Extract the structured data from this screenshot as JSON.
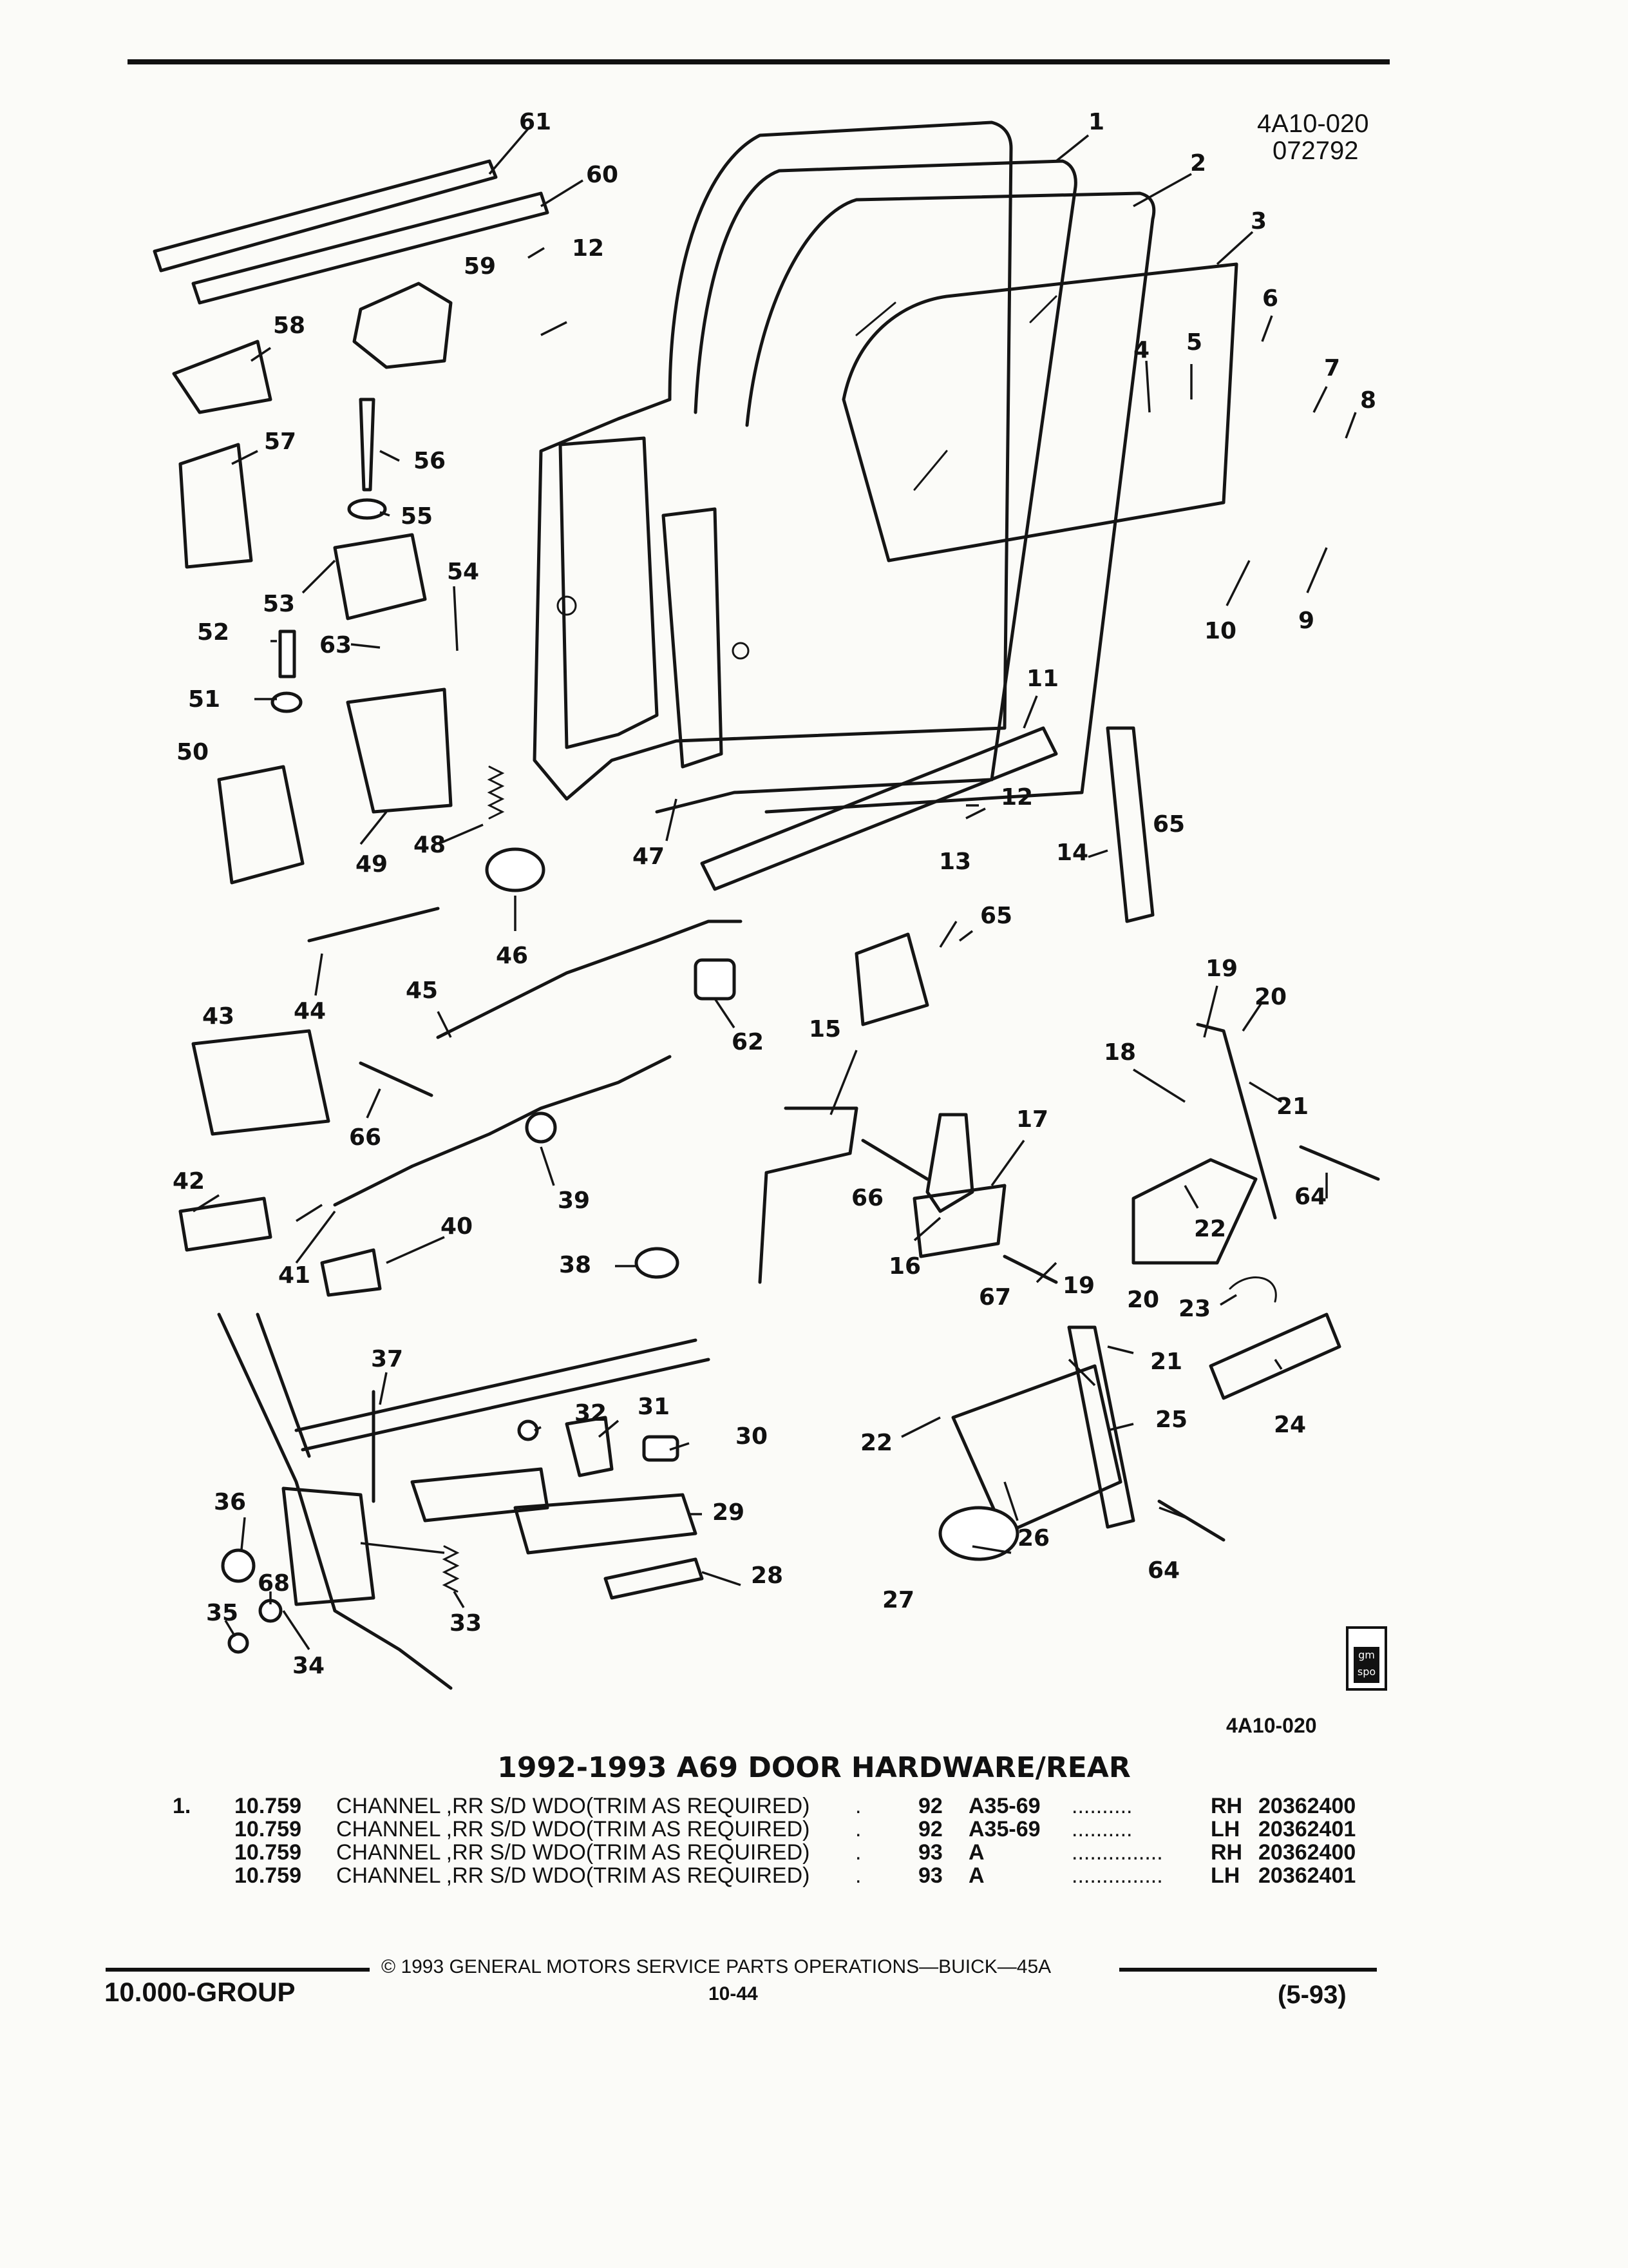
{
  "header": {
    "code": "4A10-020",
    "date_code": "072792"
  },
  "figure_label": "4A10-020",
  "callouts": [
    "1",
    "2",
    "3",
    "4",
    "5",
    "6",
    "7",
    "8",
    "9",
    "10",
    "11",
    "12",
    "12",
    "13",
    "14",
    "15",
    "16",
    "17",
    "18",
    "19",
    "19",
    "20",
    "20",
    "21",
    "21",
    "22",
    "22",
    "23",
    "24",
    "25",
    "26",
    "27",
    "28",
    "29",
    "30",
    "31",
    "32",
    "33",
    "34",
    "35",
    "36",
    "37",
    "38",
    "39",
    "40",
    "41",
    "42",
    "43",
    "44",
    "45",
    "46",
    "47",
    "48",
    "49",
    "50",
    "51",
    "52",
    "53",
    "54",
    "55",
    "56",
    "57",
    "58",
    "59",
    "60",
    "61",
    "62",
    "63",
    "64",
    "64",
    "65",
    "65",
    "66",
    "66",
    "67",
    "68"
  ],
  "logo_text": "gm spo",
  "title": "1992-1993 A69 DOOR HARDWARE/REAR",
  "parts": [
    {
      "item": "1.",
      "group": "10.759",
      "description": "CHANNEL ,RR S/D WDO(TRIM AS REQUIRED)",
      "dot": ".",
      "year": "92",
      "series": "A35-69",
      "leaders": "..........",
      "side": "RH",
      "part_number": "20362400"
    },
    {
      "item": "",
      "group": "10.759",
      "description": "CHANNEL ,RR S/D WDO(TRIM AS REQUIRED)",
      "dot": ".",
      "year": "92",
      "series": "A35-69",
      "leaders": "..........",
      "side": "LH",
      "part_number": "20362401"
    },
    {
      "item": "",
      "group": "10.759",
      "description": "CHANNEL ,RR S/D WDO(TRIM AS REQUIRED)",
      "dot": ".",
      "year": "93",
      "series": "A",
      "leaders": "...............",
      "side": "RH",
      "part_number": "20362400"
    },
    {
      "item": "",
      "group": "10.759",
      "description": "CHANNEL ,RR S/D WDO(TRIM AS REQUIRED)",
      "dot": ".",
      "year": "93",
      "series": "A",
      "leaders": "...............",
      "side": "LH",
      "part_number": "20362401"
    }
  ],
  "footer": {
    "copyright": "© 1993 GENERAL MOTORS SERVICE PARTS OPERATIONS—BUICK—45A",
    "group": "10.000-GROUP",
    "page": "10-44",
    "revision": "(5-93)"
  }
}
